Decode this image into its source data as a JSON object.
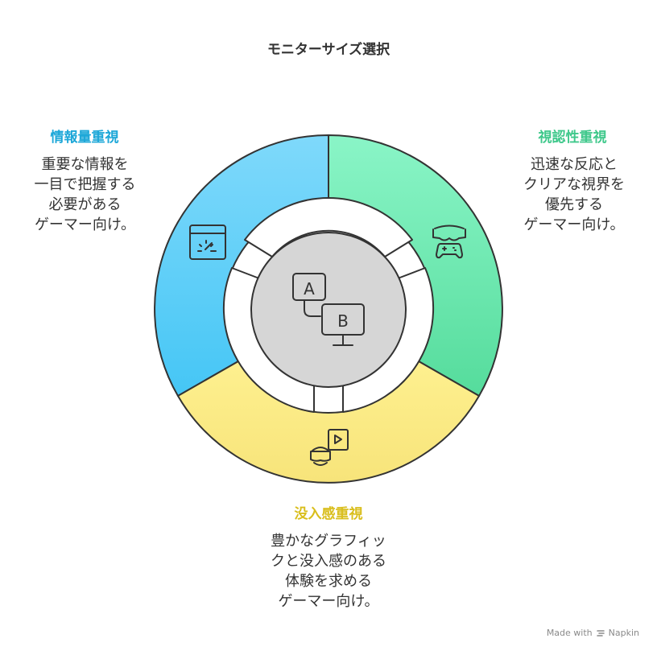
{
  "title": "モニターサイズ選択",
  "segments": {
    "info": {
      "title": "情報量重視",
      "description": "重要な情報を\n一目で把握する\n必要がある\nゲーマー向け。",
      "icon": "dashboard-monitor-icon",
      "color": "#5ACBF7",
      "title_color": "#1CA7D8"
    },
    "visual": {
      "title": "視認性重視",
      "description": "迅速な反応と\nクリアな視界を\n優先する\nゲーマー向け。",
      "icon": "vr-gamepad-icon",
      "color": "#6DEBB3",
      "title_color": "#3FC88B"
    },
    "immersion": {
      "title": "没入感重視",
      "description": "豊かなグラフィッ\nクと没入感のある\n体験を求める\nゲーマー向け。",
      "icon": "vr-video-icon",
      "color": "#FAE883",
      "title_color": "#D9BE1C"
    }
  },
  "center": {
    "icon": "monitor-ab-compare-icon",
    "label_a": "A",
    "label_b": "B"
  },
  "credit": {
    "text": "Made with",
    "brand": "Napkin"
  }
}
